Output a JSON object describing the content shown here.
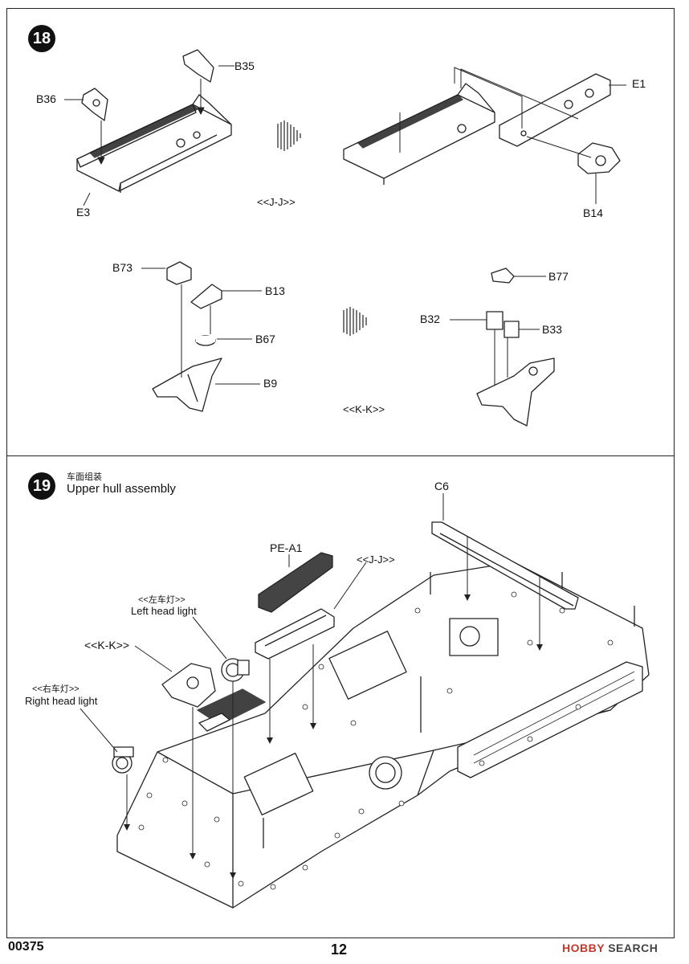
{
  "step18": {
    "number": "18",
    "labels": {
      "b36": "B36",
      "b35": "B35",
      "e3": "E3",
      "e1": "E1",
      "b14": "B14",
      "jj": "<<J-J>>",
      "b73": "B73",
      "b13": "B13",
      "b67": "B67",
      "b9": "B9",
      "b77": "B77",
      "b32": "B32",
      "b33": "B33",
      "kk": "<<K-K>>"
    }
  },
  "step19": {
    "number": "19",
    "title_cn": "车面组装",
    "title_en": "Upper hull assembly",
    "labels": {
      "c6": "C6",
      "pe_a1": "PE-A1",
      "jj": "<<J-J>>",
      "kk": "<<K-K>>",
      "left_cn": "<<左车灯>>",
      "left_en": "Left head light",
      "right_cn": "<<右车灯>>",
      "right_en": "Right head light"
    }
  },
  "footer": {
    "code": "00375",
    "page": "12",
    "watermark_main": "HOBBY",
    "watermark_rest": " SEARCH"
  }
}
